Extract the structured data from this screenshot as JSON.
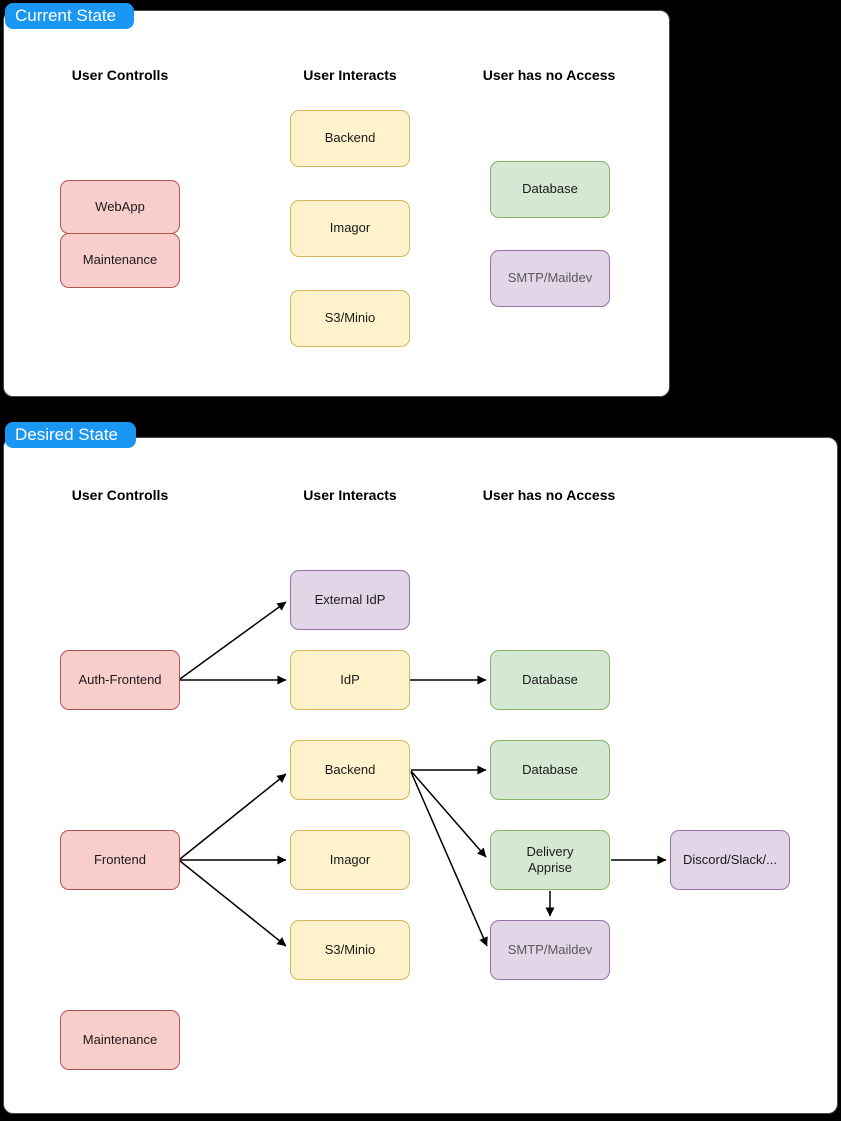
{
  "palette": {
    "background": "#000000",
    "panel_background": "#ffffff",
    "panel_border": "#4a4a4a",
    "label_background": "#1a96f3",
    "label_text": "#ffffff",
    "red_fill": "#f8cecc",
    "red_border": "#b85450",
    "yellow_fill": "#fff2cc",
    "yellow_border": "#d6b656",
    "green_fill": "#d5e8d4",
    "green_border": "#82b366",
    "purple_fill": "#e1d5e7",
    "purple_border": "#9673a6",
    "arrow_color": "#000000"
  },
  "panels": [
    {
      "label": "Current State",
      "headers": [
        "User Controlls",
        "User Interacts",
        "User has no Access"
      ],
      "nodes": [
        {
          "label": "WebApp",
          "color": "red",
          "column": "User Controlls"
        },
        {
          "label": "Maintenance",
          "color": "red",
          "column": "User Controlls"
        },
        {
          "label": "Backend",
          "color": "yellow",
          "column": "User Interacts"
        },
        {
          "label": "Imagor",
          "color": "yellow",
          "column": "User Interacts"
        },
        {
          "label": "S3/Minio",
          "color": "yellow",
          "column": "User Interacts"
        },
        {
          "label": "Database",
          "color": "green",
          "column": "User has no Access"
        },
        {
          "label": "SMTP/Maildev",
          "color": "purple",
          "column": "User has no Access"
        }
      ],
      "edges": []
    },
    {
      "label": "Desired State",
      "headers": [
        "User Controlls",
        "User Interacts",
        "User has no Access"
      ],
      "nodes": [
        {
          "label": "Auth-Frontend",
          "color": "red",
          "column": "User Controlls"
        },
        {
          "label": "External IdP",
          "color": "purple",
          "column": "User Interacts"
        },
        {
          "label": "IdP",
          "color": "yellow",
          "column": "User Interacts"
        },
        {
          "label": "Database",
          "color": "green",
          "column": "User has no Access"
        },
        {
          "label": "Frontend",
          "color": "red",
          "column": "User Controlls"
        },
        {
          "label": "Backend",
          "color": "yellow",
          "column": "User Interacts"
        },
        {
          "label": "Database",
          "color": "green",
          "column": "User has no Access"
        },
        {
          "label": "Imagor",
          "color": "yellow",
          "column": "User Interacts"
        },
        {
          "label": "Delivery Apprise",
          "color": "green",
          "column": "User has no Access"
        },
        {
          "label": "Discord/Slack/...",
          "color": "purple",
          "column": "User has no Access"
        },
        {
          "label": "S3/Minio",
          "color": "yellow",
          "column": "User Interacts"
        },
        {
          "label": "SMTP/Maildev",
          "color": "purple",
          "column": "User has no Access"
        },
        {
          "label": "Maintenance",
          "color": "red",
          "column": "User Controlls"
        }
      ],
      "edges": [
        {
          "from": "Auth-Frontend",
          "to": "External IdP"
        },
        {
          "from": "Auth-Frontend",
          "to": "IdP"
        },
        {
          "from": "IdP",
          "to": "Database"
        },
        {
          "from": "Frontend",
          "to": "Backend"
        },
        {
          "from": "Frontend",
          "to": "Imagor"
        },
        {
          "from": "Frontend",
          "to": "S3/Minio"
        },
        {
          "from": "Backend",
          "to": "Database"
        },
        {
          "from": "Backend",
          "to": "Delivery Apprise"
        },
        {
          "from": "Backend",
          "to": "SMTP/Maildev"
        },
        {
          "from": "Delivery Apprise",
          "to": "Discord/Slack/..."
        },
        {
          "from": "Delivery Apprise",
          "to": "SMTP/Maildev"
        }
      ]
    }
  ]
}
